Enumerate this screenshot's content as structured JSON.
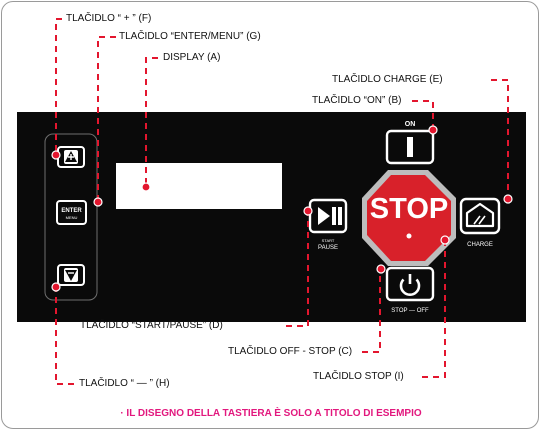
{
  "labels": {
    "plus": "TLAČIDLO “ + ” (F)",
    "enter_menu": "TLAČIDLO “ENTER/MENU” (G)",
    "display": "DISPLAY (A)",
    "charge": "TLAČIDLO CHARGE (E)",
    "on": "TLAČIDLO “ON” (B)",
    "start_pause": "TLAČIDLO “START/PAUSE” (D)",
    "off_stop": "TLAČIDLO OFF - STOP (C)",
    "stop": "TLAČIDLO STOP (I)",
    "minus": "TLAČIDLO “ — ” (H)"
  },
  "panel": {
    "on_text": "ON",
    "enter_text": "ENTER",
    "menu_text": "MENU",
    "start_text": "START",
    "pause_text": "PAUSE",
    "stop_big": "STOP",
    "charge_text": "CHARGE",
    "stop_off_text": "STOP — OFF"
  },
  "footer_note": "· IL DISEGNO DELLA TASTIERA È SOLO A TITOLO DI ESEMPIO",
  "colors": {
    "leader": "#e3162e",
    "panel": "#0a0a0a",
    "stop_button": "#d8212a",
    "note": "#e2187e"
  }
}
